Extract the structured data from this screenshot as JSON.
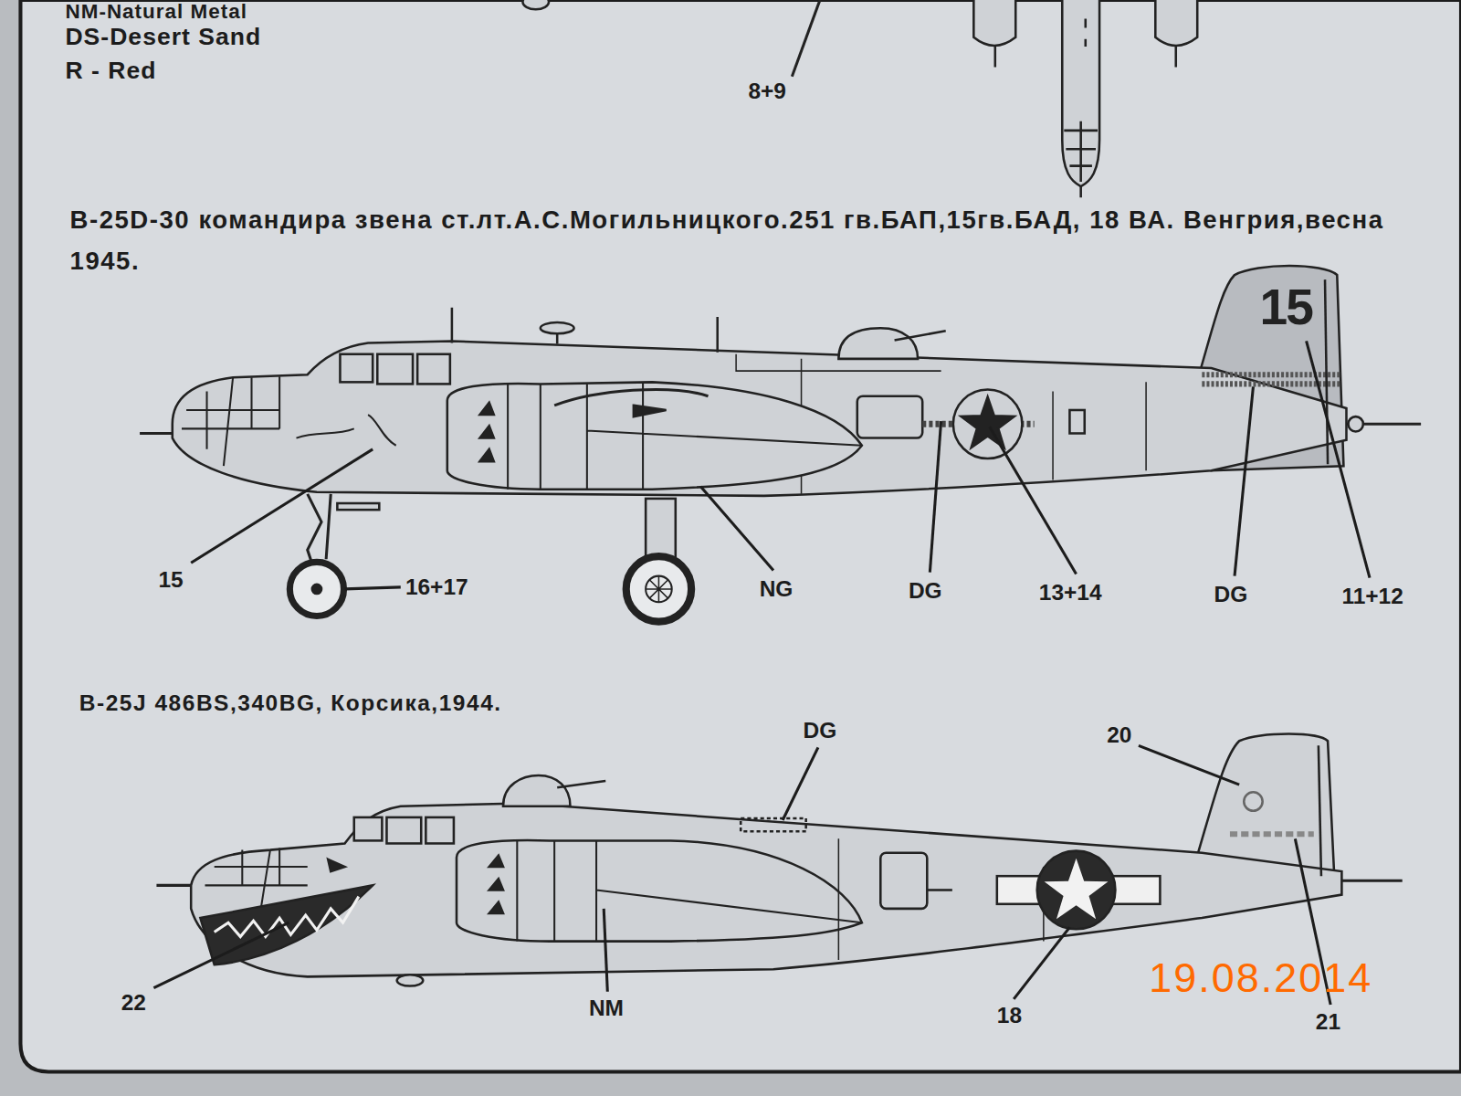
{
  "diagram": {
    "labels": [
      "8+9",
      "B-25D-30 командира звена ст.лт.А.С.Могильницкого.251 гв.БАП,15гв.БАД, 18 ВА. Венгрия,весна 1945.",
      "15",
      "15",
      "16+17",
      "NG",
      "DG",
      "13+14",
      "DG",
      "11+12",
      "B-25J 486BS,340BG, Корсика,1944.",
      "DG",
      "20",
      "22",
      "NM",
      "18",
      "21",
      "19.08.2014"
    ],
    "legend": [
      {
        "text": "NM-Natural Metal"
      },
      {
        "text": "DS-Desert Sand"
      },
      {
        "text": "R - Red"
      }
    ]
  }
}
